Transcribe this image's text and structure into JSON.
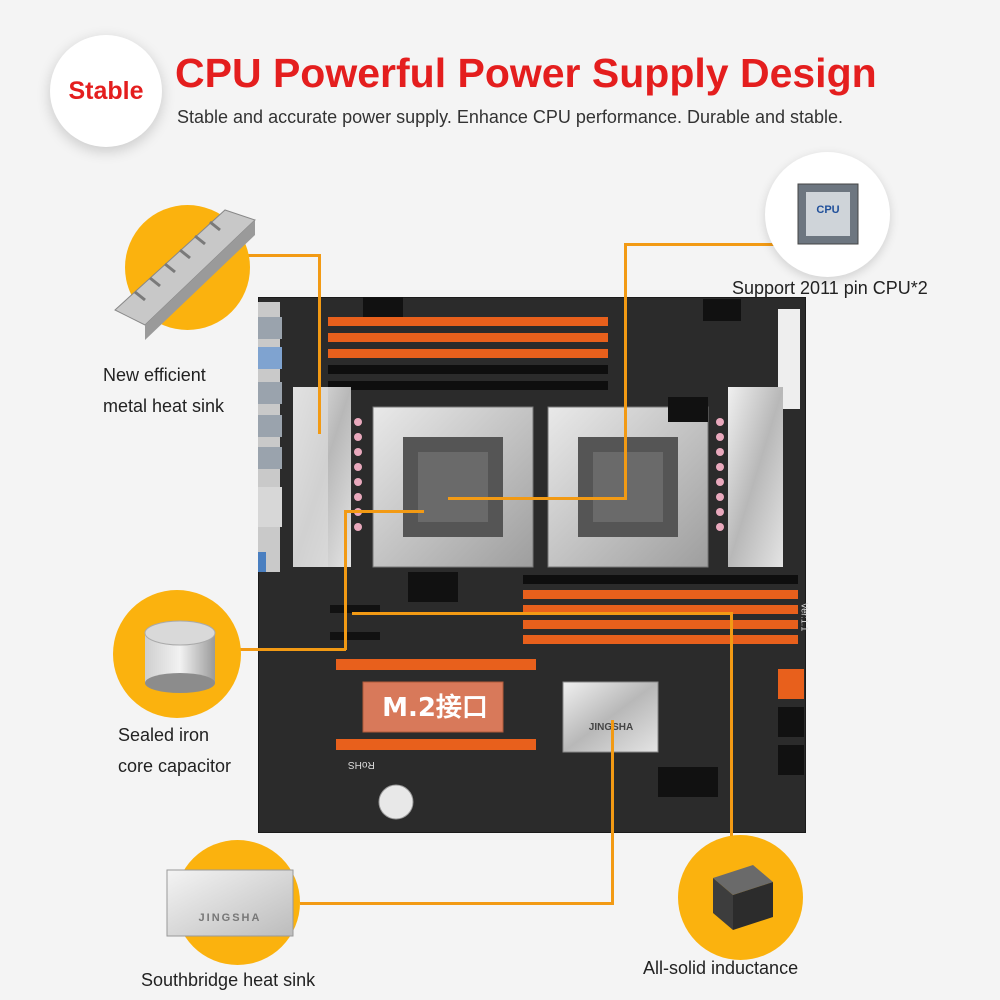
{
  "badge": {
    "label": "Stable"
  },
  "header": {
    "title": "CPU Powerful Power Supply Design",
    "subtitle": "Stable and accurate power supply. Enhance CPU performance. Durable and stable."
  },
  "features": {
    "heatsink": {
      "line1": "New efficient",
      "line2": "metal heat sink",
      "icon": "heat-sink-icon"
    },
    "cpu": {
      "label": "Support 2011 pin CPU*2",
      "chip_text": "CPU",
      "icon": "cpu-chip-icon"
    },
    "capacitor": {
      "line1": "Sealed iron",
      "line2": "core capacitor",
      "icon": "capacitor-icon"
    },
    "southbridge": {
      "label": "Southbridge heat sink",
      "icon": "southbridge-heatsink-icon"
    },
    "inductance": {
      "label": "All-solid inductance",
      "icon": "inductor-icon"
    }
  },
  "board": {
    "m2_label": "M.2接口",
    "chip_logo": "JINGSHA",
    "rohs": "RoHS",
    "ver": "Ver:1.1"
  },
  "colors": {
    "accent": "#e41e1e",
    "orange": "#fbb20e",
    "wire": "#f29a14",
    "board": "#2b2b2b",
    "slot": "#e8601c"
  }
}
